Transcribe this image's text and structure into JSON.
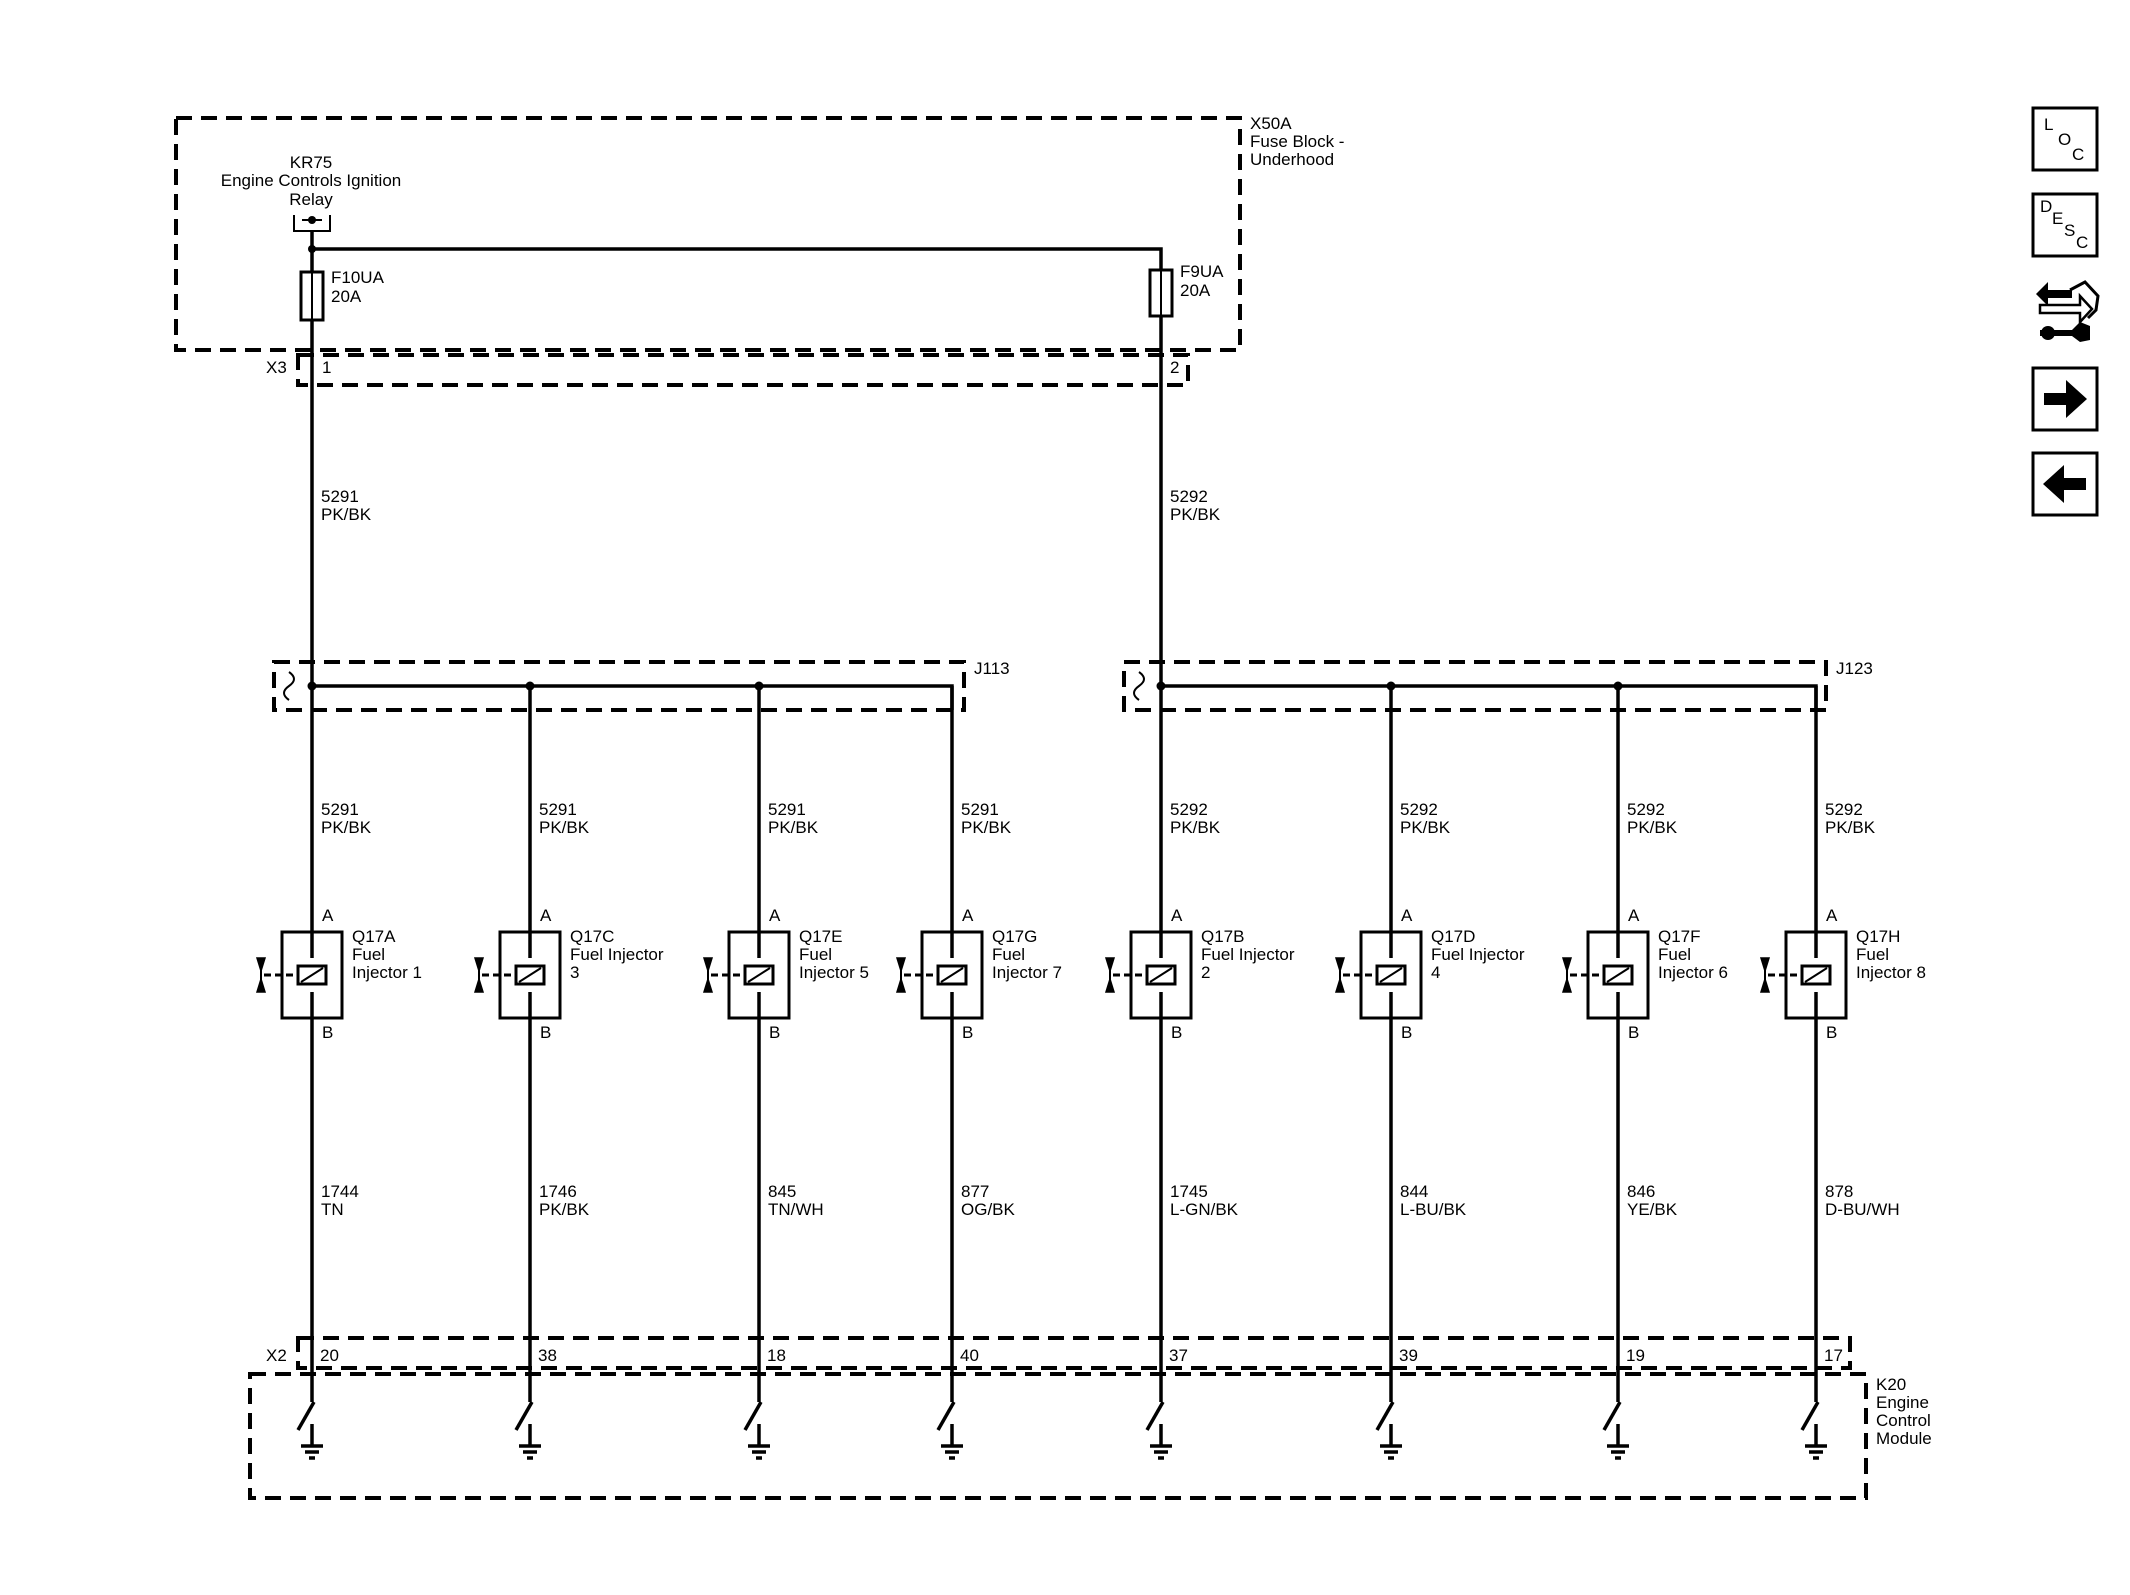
{
  "fuse_block": {
    "id": "X50A",
    "name_line1": "Fuse Block -",
    "name_line2": "Underhood"
  },
  "relay": {
    "id": "KR75",
    "name_line1": "Engine Controls Ignition",
    "name_line2": "Relay"
  },
  "fuses": [
    {
      "id": "F10UA",
      "rating": "20A"
    },
    {
      "id": "F9UA",
      "rating": "20A"
    }
  ],
  "connector_top": {
    "id": "X3",
    "pins": [
      "1",
      "2"
    ]
  },
  "feed_wires": [
    {
      "circuit": "5291",
      "color": "PK/BK"
    },
    {
      "circuit": "5292",
      "color": "PK/BK"
    }
  ],
  "splices": [
    "J113",
    "J123"
  ],
  "injectors": [
    {
      "id": "Q17A",
      "name": [
        "Fuel",
        "Injector 1"
      ],
      "pin_a": "A",
      "pin_b": "B",
      "feed_circuit": "5291",
      "feed_color": "PK/BK",
      "ctrl_circuit": "1744",
      "ctrl_color": "TN",
      "ecm_pin": "20"
    },
    {
      "id": "Q17C",
      "name": [
        "Fuel Injector",
        "3"
      ],
      "pin_a": "A",
      "pin_b": "B",
      "feed_circuit": "5291",
      "feed_color": "PK/BK",
      "ctrl_circuit": "1746",
      "ctrl_color": "PK/BK",
      "ecm_pin": "38"
    },
    {
      "id": "Q17E",
      "name": [
        "Fuel",
        "Injector 5"
      ],
      "pin_a": "A",
      "pin_b": "B",
      "feed_circuit": "5291",
      "feed_color": "PK/BK",
      "ctrl_circuit": "845",
      "ctrl_color": "TN/WH",
      "ecm_pin": "18"
    },
    {
      "id": "Q17G",
      "name": [
        "Fuel",
        "Injector 7"
      ],
      "pin_a": "A",
      "pin_b": "B",
      "feed_circuit": "5291",
      "feed_color": "PK/BK",
      "ctrl_circuit": "877",
      "ctrl_color": "OG/BK",
      "ecm_pin": "40"
    },
    {
      "id": "Q17B",
      "name": [
        "Fuel Injector",
        "2"
      ],
      "pin_a": "A",
      "pin_b": "B",
      "feed_circuit": "5292",
      "feed_color": "PK/BK",
      "ctrl_circuit": "1745",
      "ctrl_color": "L-GN/BK",
      "ecm_pin": "37"
    },
    {
      "id": "Q17D",
      "name": [
        "Fuel Injector",
        "4"
      ],
      "pin_a": "A",
      "pin_b": "B",
      "feed_circuit": "5292",
      "feed_color": "PK/BK",
      "ctrl_circuit": "844",
      "ctrl_color": "L-BU/BK",
      "ecm_pin": "39"
    },
    {
      "id": "Q17F",
      "name": [
        "Fuel",
        "Injector 6"
      ],
      "pin_a": "A",
      "pin_b": "B",
      "feed_circuit": "5292",
      "feed_color": "PK/BK",
      "ctrl_circuit": "846",
      "ctrl_color": "YE/BK",
      "ecm_pin": "19"
    },
    {
      "id": "Q17H",
      "name": [
        "Fuel",
        "Injector 8"
      ],
      "pin_a": "A",
      "pin_b": "B",
      "feed_circuit": "5292",
      "feed_color": "PK/BK",
      "ctrl_circuit": "878",
      "ctrl_color": "D-BU/WH",
      "ecm_pin": "17"
    }
  ],
  "connector_bottom": {
    "id": "X2"
  },
  "ecm": {
    "id": "K20",
    "name_lines": [
      "Engine",
      "Control",
      "Module"
    ]
  },
  "nav": {
    "loc": {
      "letters": [
        "L",
        "O",
        "C"
      ]
    },
    "desc": {
      "letters": [
        "D",
        "E",
        "S",
        "C"
      ]
    },
    "icons": [
      "diagnostic-icon",
      "arrow-right-icon",
      "arrow-left-icon"
    ]
  }
}
